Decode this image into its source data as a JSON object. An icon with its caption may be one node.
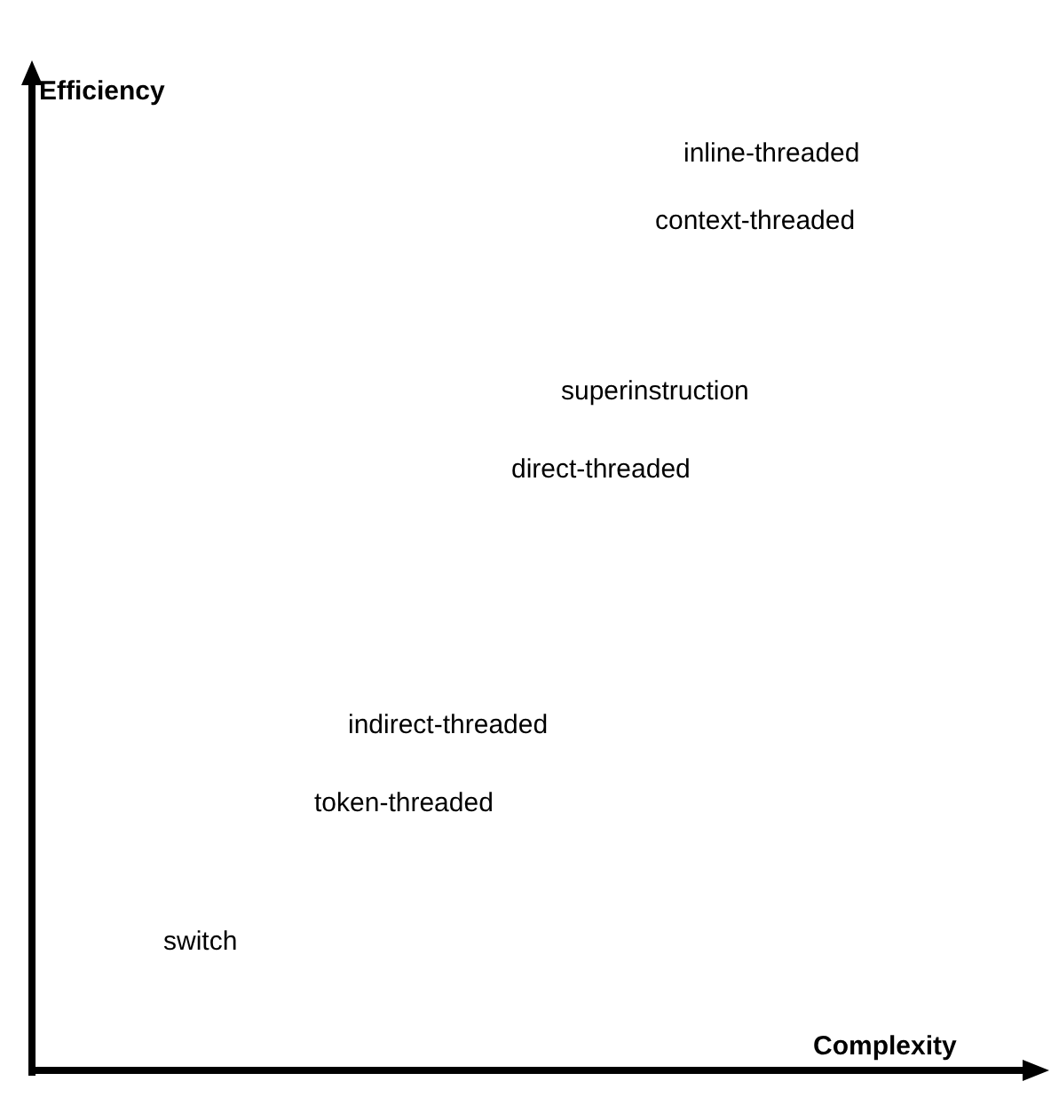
{
  "diagram": {
    "labels": [
      "Efficiency",
      "inline-threaded",
      "context-threaded",
      "superinstruction",
      "direct-threaded",
      "indirect-threaded",
      "token-threaded",
      "switch",
      "Complexity"
    ]
  }
}
